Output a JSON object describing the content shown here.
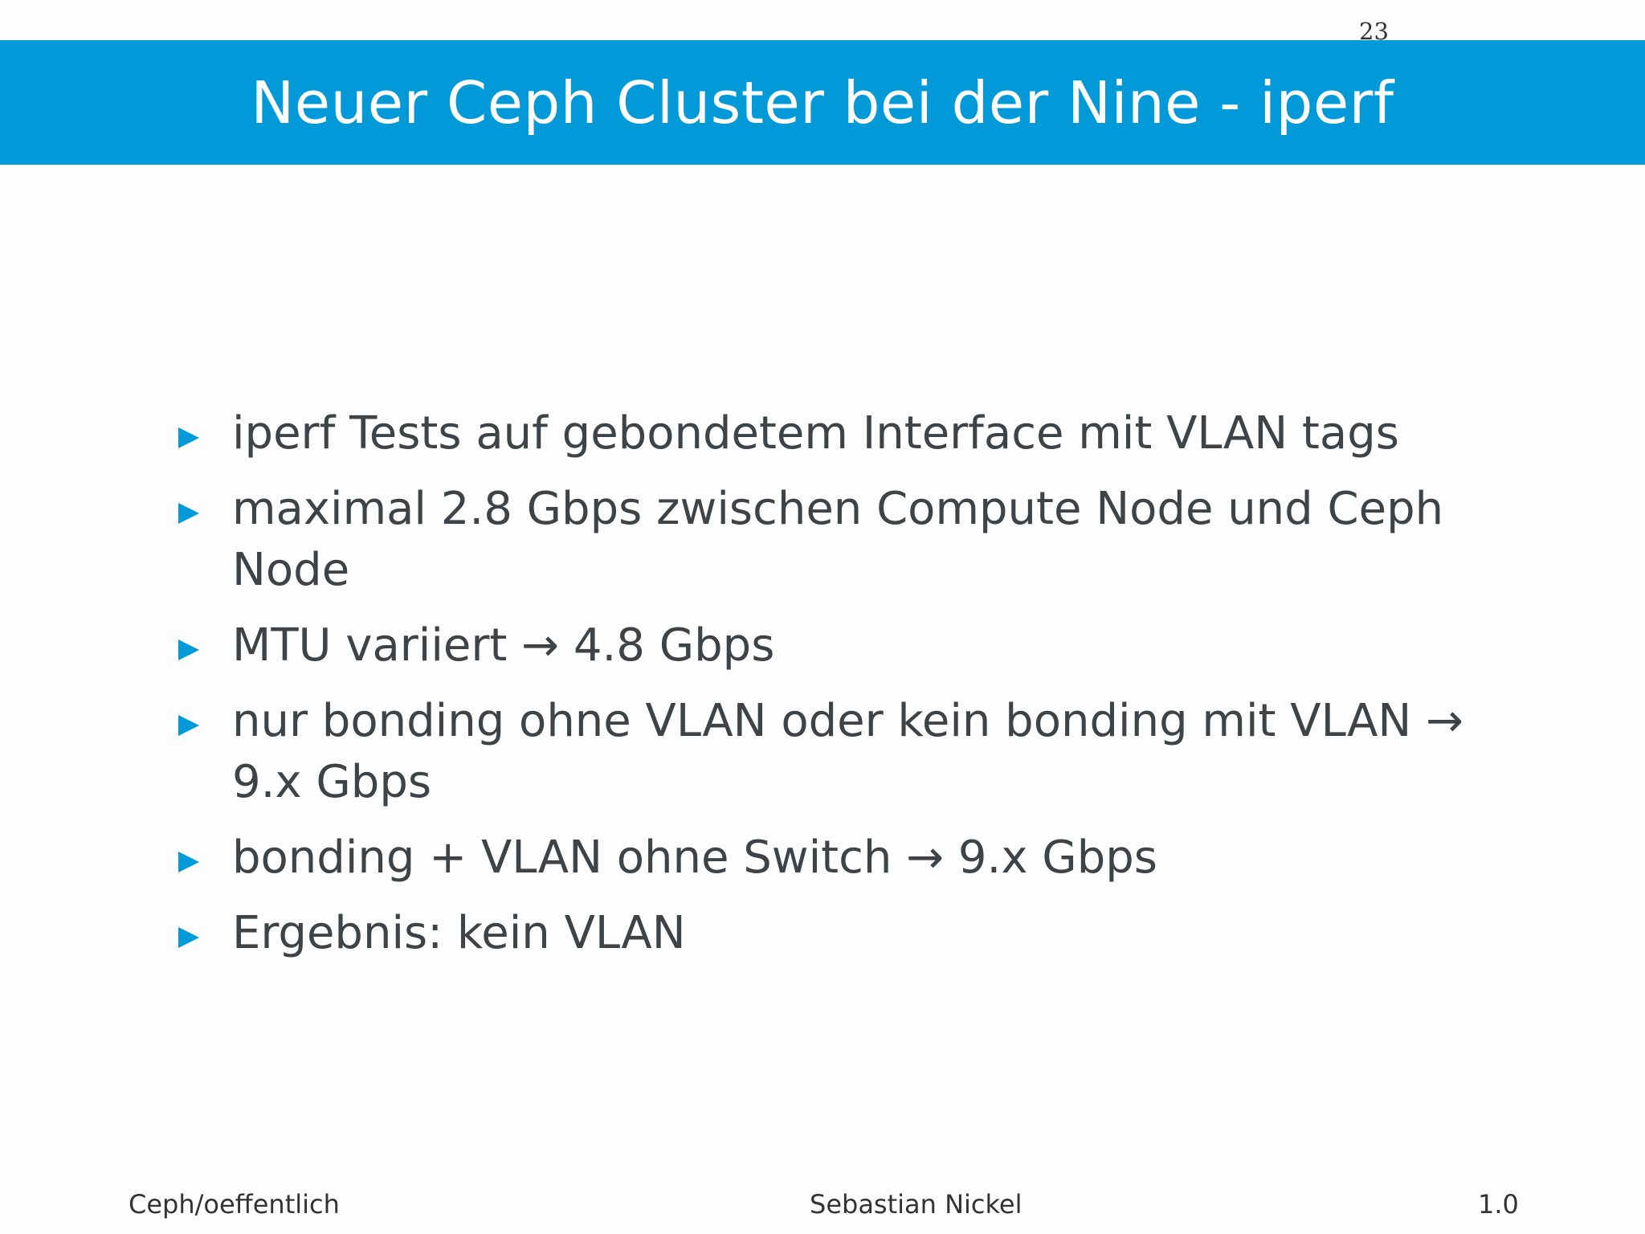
{
  "slide": {
    "page_number": "23",
    "title": "Neuer Ceph Cluster bei der Nine - iperf",
    "bullets": [
      "iperf Tests auf gebondetem Interface mit VLAN tags",
      "maximal 2.8 Gbps zwischen Compute Node und Ceph Node",
      "MTU variiert → 4.8 Gbps",
      "nur bonding ohne VLAN oder kein bonding mit VLAN → 9.x Gbps",
      "bonding + VLAN ohne Switch → 9.x Gbps",
      "Ergebnis: kein VLAN"
    ]
  },
  "footer": {
    "left": "Ceph/oeffentlich",
    "center": "Sebastian Nickel",
    "right": "1.0"
  },
  "colors": {
    "accent": "#0199d8",
    "text": "#3d4347",
    "background": "#fdfdfd"
  },
  "icons": {
    "bullet": "triangle-right-icon"
  }
}
